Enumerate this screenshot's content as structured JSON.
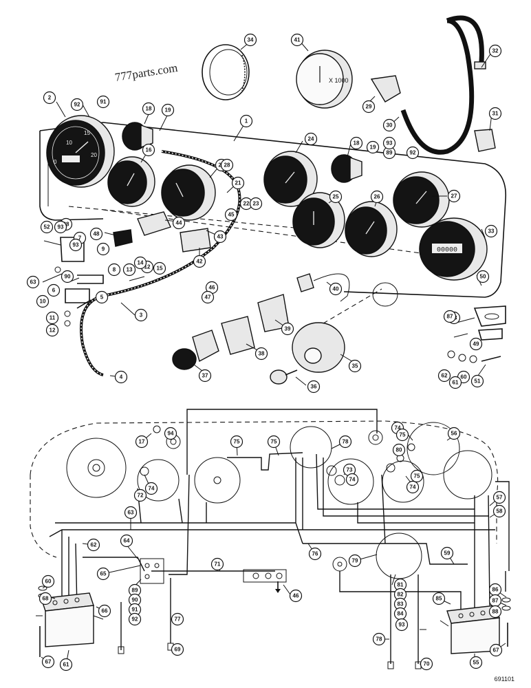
{
  "watermark": "777parts.com",
  "figure_number": "691101",
  "top_callouts": [
    "1",
    "2",
    "3",
    "4",
    "5",
    "6",
    "7",
    "8",
    "9",
    "10",
    "11",
    "12",
    "12",
    "13",
    "14",
    "15",
    "16",
    "18",
    "18",
    "19",
    "19",
    "20",
    "21",
    "22",
    "23",
    "24",
    "25",
    "26",
    "27",
    "28",
    "29",
    "30",
    "31",
    "32",
    "33",
    "34",
    "35",
    "36",
    "37",
    "38",
    "39",
    "40",
    "41",
    "42",
    "43",
    "44",
    "45",
    "46",
    "47",
    "48",
    "49",
    "50",
    "51",
    "52",
    "53",
    "60",
    "61",
    "62",
    "63",
    "87",
    "88",
    "89",
    "90",
    "91",
    "92",
    "92",
    "93",
    "93",
    "93"
  ],
  "bottom_callouts": [
    "17",
    "46",
    "55",
    "56",
    "57",
    "58",
    "59",
    "60",
    "61",
    "62",
    "63",
    "64",
    "65",
    "66",
    "67",
    "67",
    "68",
    "69",
    "70",
    "71",
    "72",
    "73",
    "74",
    "74",
    "74",
    "74",
    "75",
    "75",
    "75",
    "75",
    "76",
    "77",
    "78",
    "78",
    "79",
    "80",
    "81",
    "82",
    "83",
    "84",
    "85",
    "86",
    "87",
    "88",
    "89",
    "90",
    "91",
    "92",
    "93",
    "94"
  ]
}
